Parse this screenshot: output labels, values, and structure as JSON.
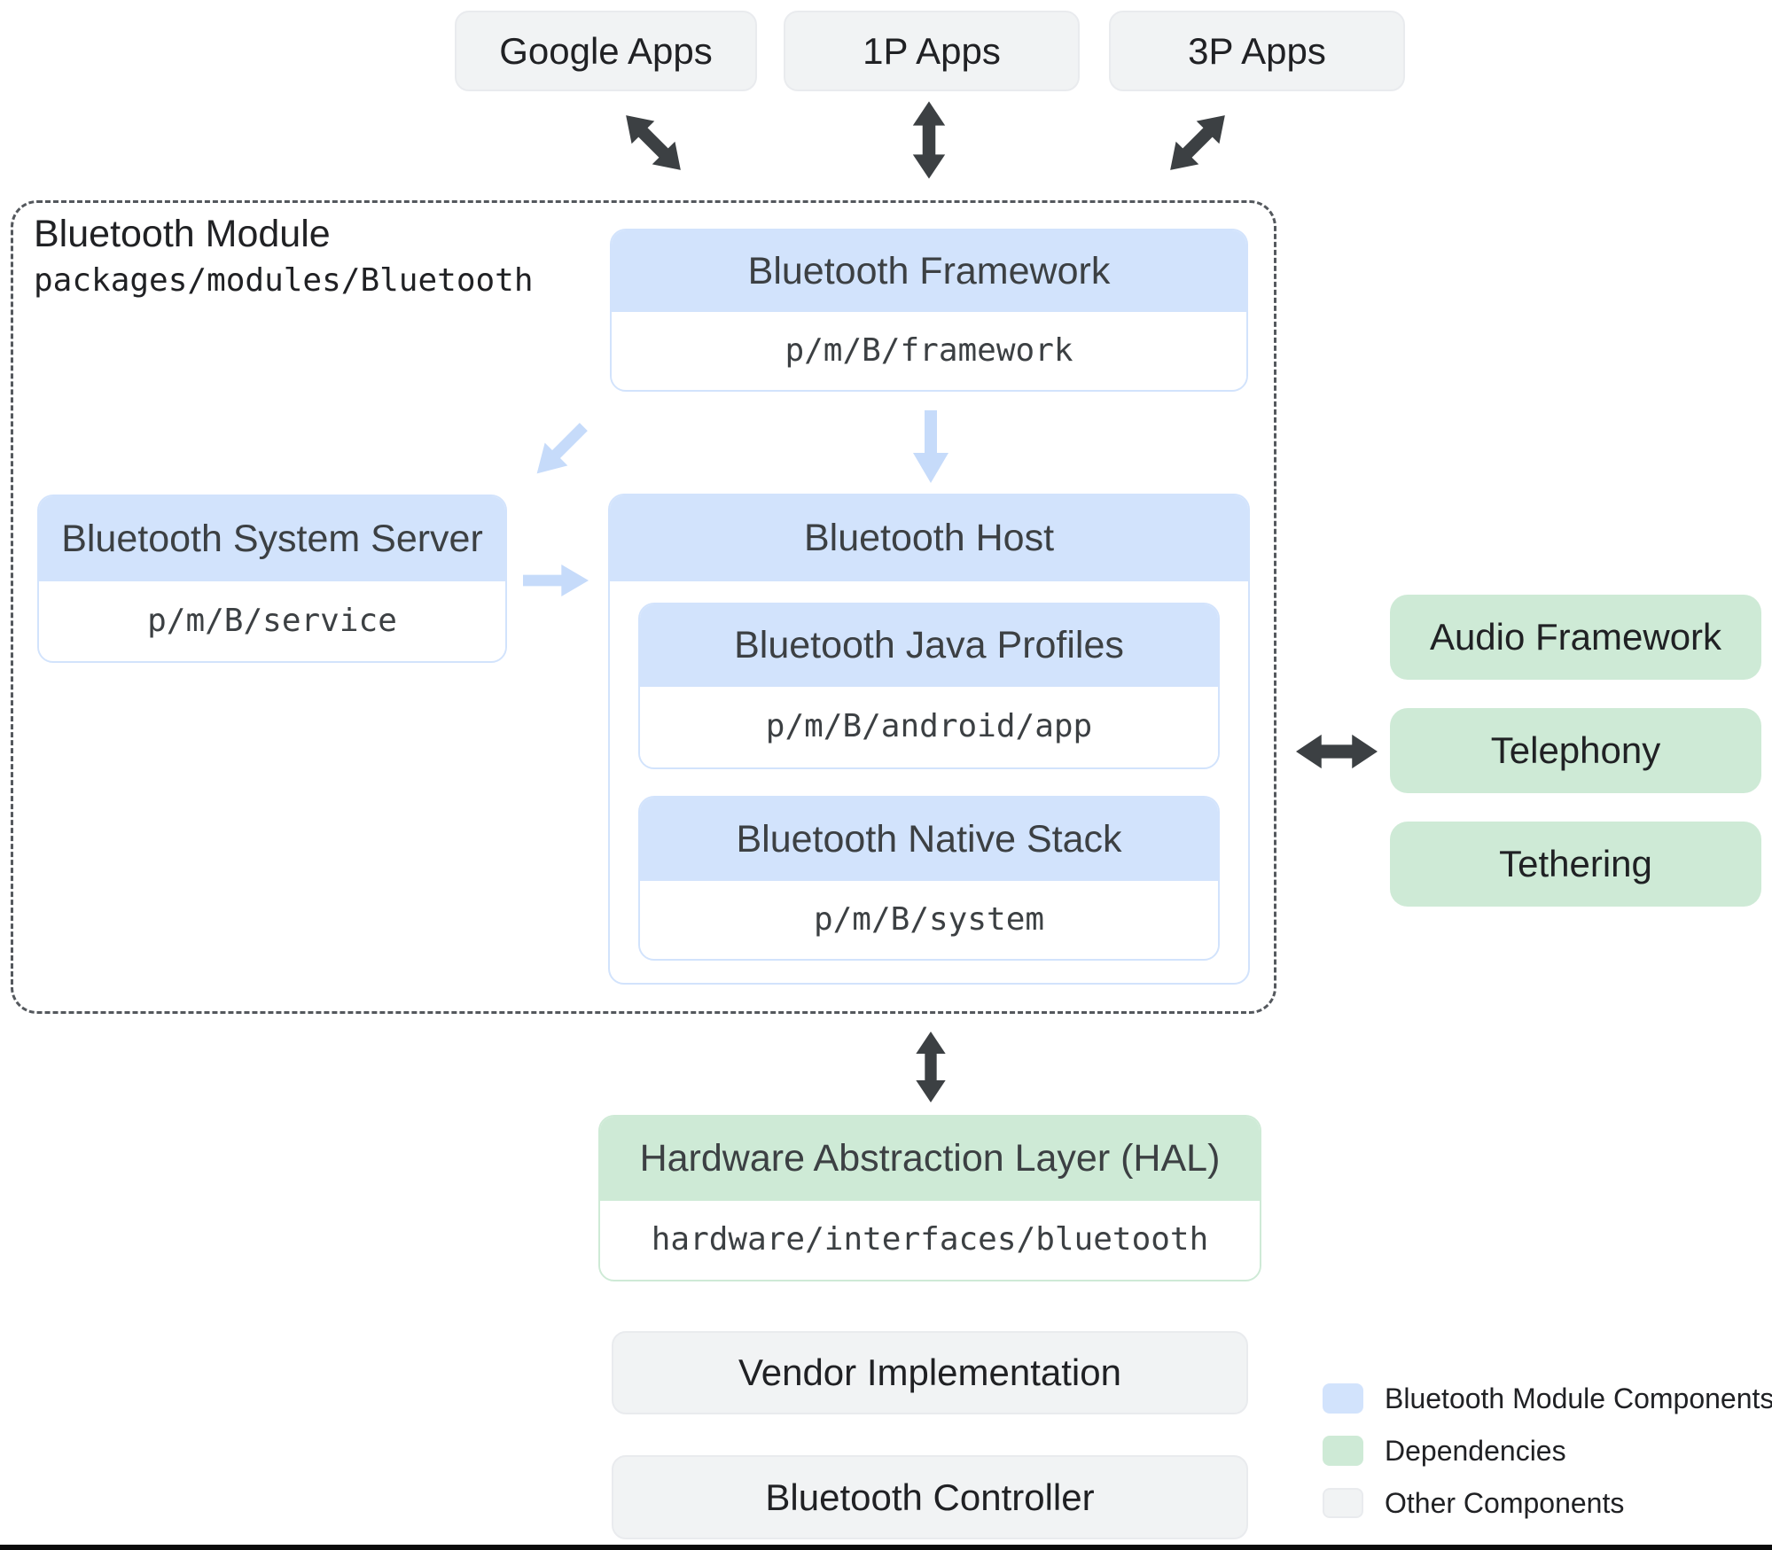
{
  "top_apps": [
    {
      "label": "Google Apps"
    },
    {
      "label": "1P Apps"
    },
    {
      "label": "3P Apps"
    }
  ],
  "module": {
    "title": "Bluetooth Module",
    "path": "packages/modules/Bluetooth",
    "framework": {
      "title": "Bluetooth Framework",
      "path": "p/m/B/framework"
    },
    "system_server": {
      "title": "Bluetooth System Server",
      "path": "p/m/B/service"
    },
    "host": {
      "title": "Bluetooth Host",
      "java_profiles": {
        "title": "Bluetooth Java Profiles",
        "path": "p/m/B/android/app"
      },
      "native_stack": {
        "title": "Bluetooth Native Stack",
        "path": "p/m/B/system"
      }
    }
  },
  "dependencies": [
    {
      "label": "Audio Framework"
    },
    {
      "label": "Telephony"
    },
    {
      "label": "Tethering"
    }
  ],
  "hal": {
    "title": "Hardware Abstraction Layer (HAL)",
    "path": "hardware/interfaces/bluetooth"
  },
  "bottom_components": [
    {
      "label": "Vendor Implementation"
    },
    {
      "label": "Bluetooth Controller"
    }
  ],
  "legend": [
    {
      "label": "Bluetooth Module Components",
      "color": "#d2e3fc"
    },
    {
      "label": "Dependencies",
      "color": "#ceead6"
    },
    {
      "label": "Other Components",
      "color": "#f1f3f4"
    }
  ],
  "colors": {
    "module_component": "#d2e3fc",
    "dependency": "#ceead6",
    "other_component": "#f1f3f4",
    "arrow_dark": "#3c4043",
    "arrow_light_blue": "#c6dbfa"
  }
}
